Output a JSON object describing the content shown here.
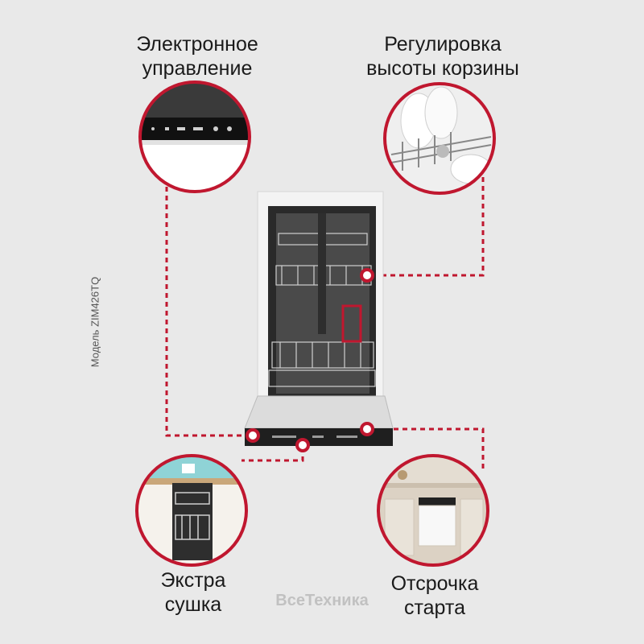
{
  "features": {
    "electronic_control": "Электронное\nуправление",
    "basket_height": "Регулировка\nвысоты корзины",
    "extra_dry": "Экстра\nсушка",
    "delay_start": "Отсрочка\nстарта"
  },
  "model_label": "Модель ZIM426TQ",
  "watermark": "ВсеТехника",
  "colors": {
    "accent": "#c0172f",
    "background": "#e9e9e9"
  }
}
